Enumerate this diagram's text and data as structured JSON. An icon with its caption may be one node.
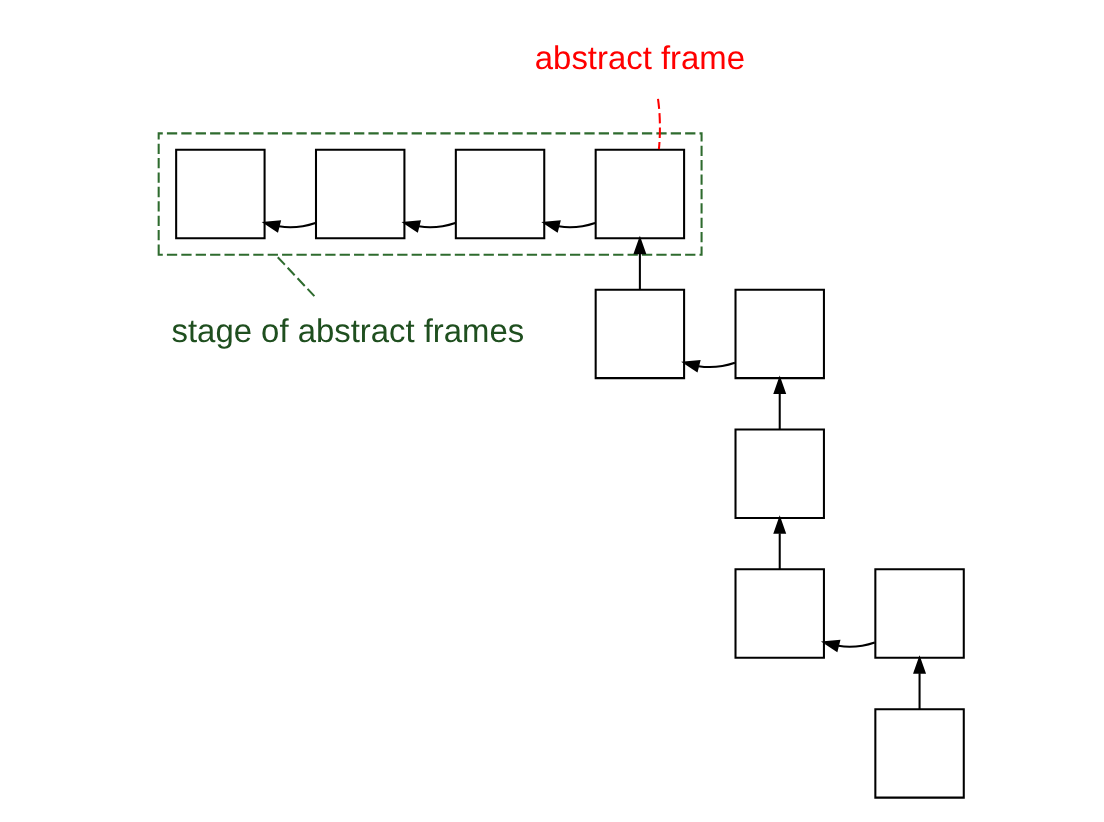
{
  "diagram": {
    "nodes": [
      {
        "text": [],
        "shape": "box"
      },
      {
        "text": [],
        "shape": "box",
        "in": 0
      },
      {
        "text": [],
        "shape": "box",
        "in": 0
      },
      {
        "text": [],
        "shape": "box",
        "in": 0
      },
      {
        "text": [],
        "shape": "box",
        "in": 0
      },
      {
        "text": [],
        "shape": "box"
      },
      {
        "text": [],
        "shape": "box"
      },
      {
        "text": [],
        "shape": "box"
      },
      {
        "text": [],
        "shape": "box"
      },
      {
        "text": [],
        "shape": "box"
      },
      {
        "text": [],
        "shape": "box"
      },
      {
        "text": [
          "abstract frame"
        ]
      },
      {
        "text": [
          "stage of abstract frames"
        ]
      }
    ],
    "edges": [
      {
        "from": 2,
        "to": 1,
        "arrow": "to"
      },
      {
        "from": 3,
        "to": 2,
        "arrow": "to"
      },
      {
        "from": 4,
        "to": 3,
        "arrow": "to"
      },
      {
        "from": 5,
        "to": 4,
        "arrow": "to"
      },
      {
        "from": 6,
        "to": 5,
        "arrow": "to"
      },
      {
        "from": 7,
        "to": 6,
        "arrow": "to"
      },
      {
        "from": 8,
        "to": 7,
        "arrow": "to"
      },
      {
        "from": 9,
        "to": 8,
        "arrow": "to"
      },
      {
        "from": 10,
        "to": 9,
        "arrow": "to"
      },
      {
        "from": 11,
        "to": 4,
        "arrow": "none",
        "style": "dashed",
        "color": "#ff0000"
      },
      {
        "from": 12,
        "to": 0,
        "arrow": "none",
        "style": "dashed",
        "color": "#2e6b2e"
      }
    ]
  }
}
